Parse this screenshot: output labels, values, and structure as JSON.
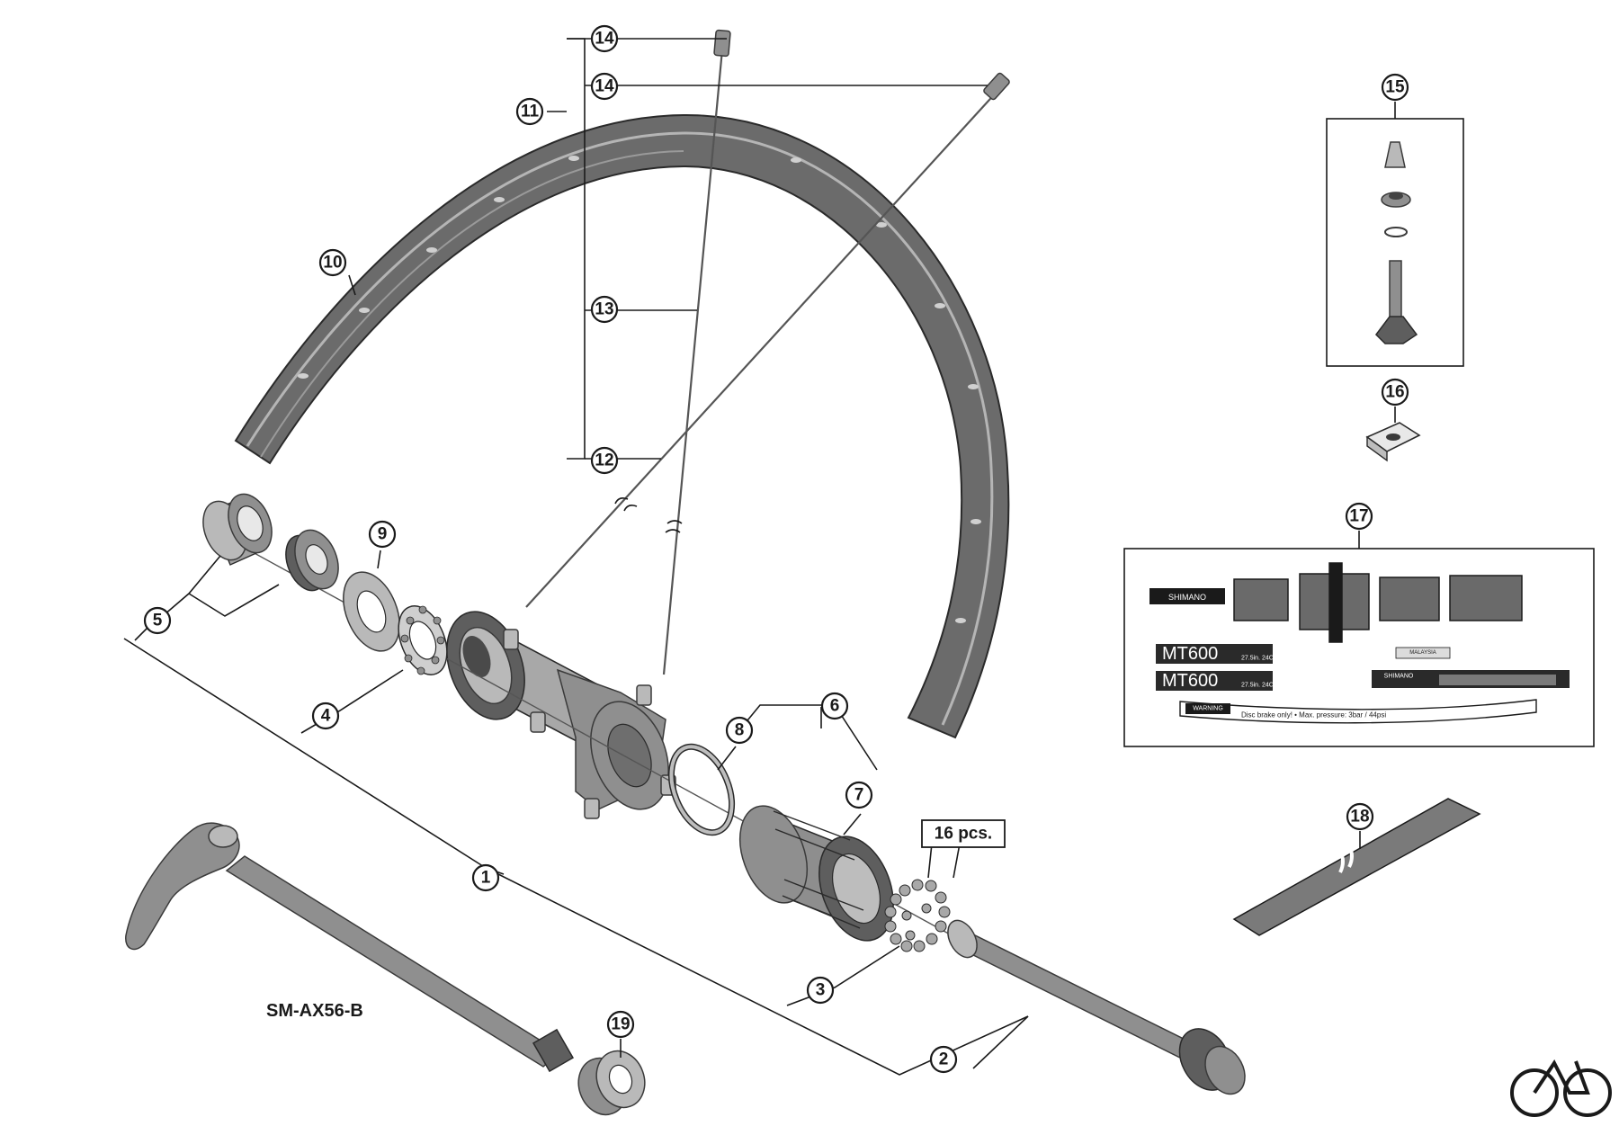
{
  "callouts": {
    "c1": "1",
    "c2": "2",
    "c3": "3",
    "c4": "4",
    "c5": "5",
    "c6": "6",
    "c7": "7",
    "c8": "8",
    "c9": "9",
    "c10": "10",
    "c11": "11",
    "c12": "12",
    "c13": "13",
    "c14a": "14",
    "c14b": "14",
    "c15": "15",
    "c16": "16",
    "c17": "17",
    "c18": "18",
    "c19": "19"
  },
  "labels": {
    "quantity": "16 pcs.",
    "axle_model": "SM-AX56-B"
  },
  "decals": {
    "brand": "SHIMANO",
    "model_1": "MT600",
    "model_1_size": "27.5in. 24C",
    "model_2": "MT600",
    "model_2_size": "27.5in. 24C",
    "small_brand": "SHIMANO",
    "made_in": "MALAYSIA",
    "warning": "WARNING",
    "warning_text": "Disc brake only! • Max. pressure: 3bar / 44psi"
  },
  "icons": {
    "corner_logo": "bicycle-icon"
  },
  "colors": {
    "ink": "#1a1a1a",
    "part_mid": "#8f8f8f",
    "part_light": "#b9b9b9",
    "part_dark": "#5e5e5e",
    "decal_stripe": "#6a6a6a"
  }
}
